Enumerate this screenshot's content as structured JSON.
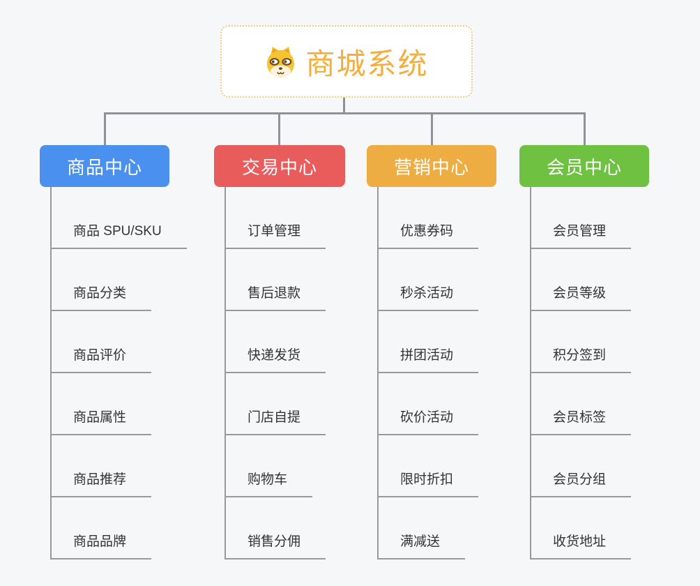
{
  "page": {
    "background_color": "#f6f7f8",
    "connector_color": "#8f9194",
    "leaf_line_color": "#97999b",
    "leaf_text_color": "#333333"
  },
  "root": {
    "title": "商城系统",
    "icon": "shiba-dog-icon",
    "text_color": "#f5ae3d",
    "border_color": "#f3c87e",
    "background_color": "#ffffff"
  },
  "branches": [
    {
      "label": "商品中心",
      "color": "#4a90ee",
      "items": [
        "商品 SPU/SKU",
        "商品分类",
        "商品评价",
        "商品属性",
        "商品推荐",
        "商品品牌"
      ]
    },
    {
      "label": "交易中心",
      "color": "#e85c5c",
      "items": [
        "订单管理",
        "售后退款",
        "快递发货",
        "门店自提",
        "购物车",
        "销售分佣"
      ]
    },
    {
      "label": "营销中心",
      "color": "#eead43",
      "items": [
        "优惠券码",
        "秒杀活动",
        "拼团活动",
        "砍价活动",
        "限时折扣",
        "满减送"
      ]
    },
    {
      "label": "会员中心",
      "color": "#6fc142",
      "items": [
        "会员管理",
        "会员等级",
        "积分签到",
        "会员标签",
        "会员分组",
        "收货地址"
      ]
    }
  ]
}
